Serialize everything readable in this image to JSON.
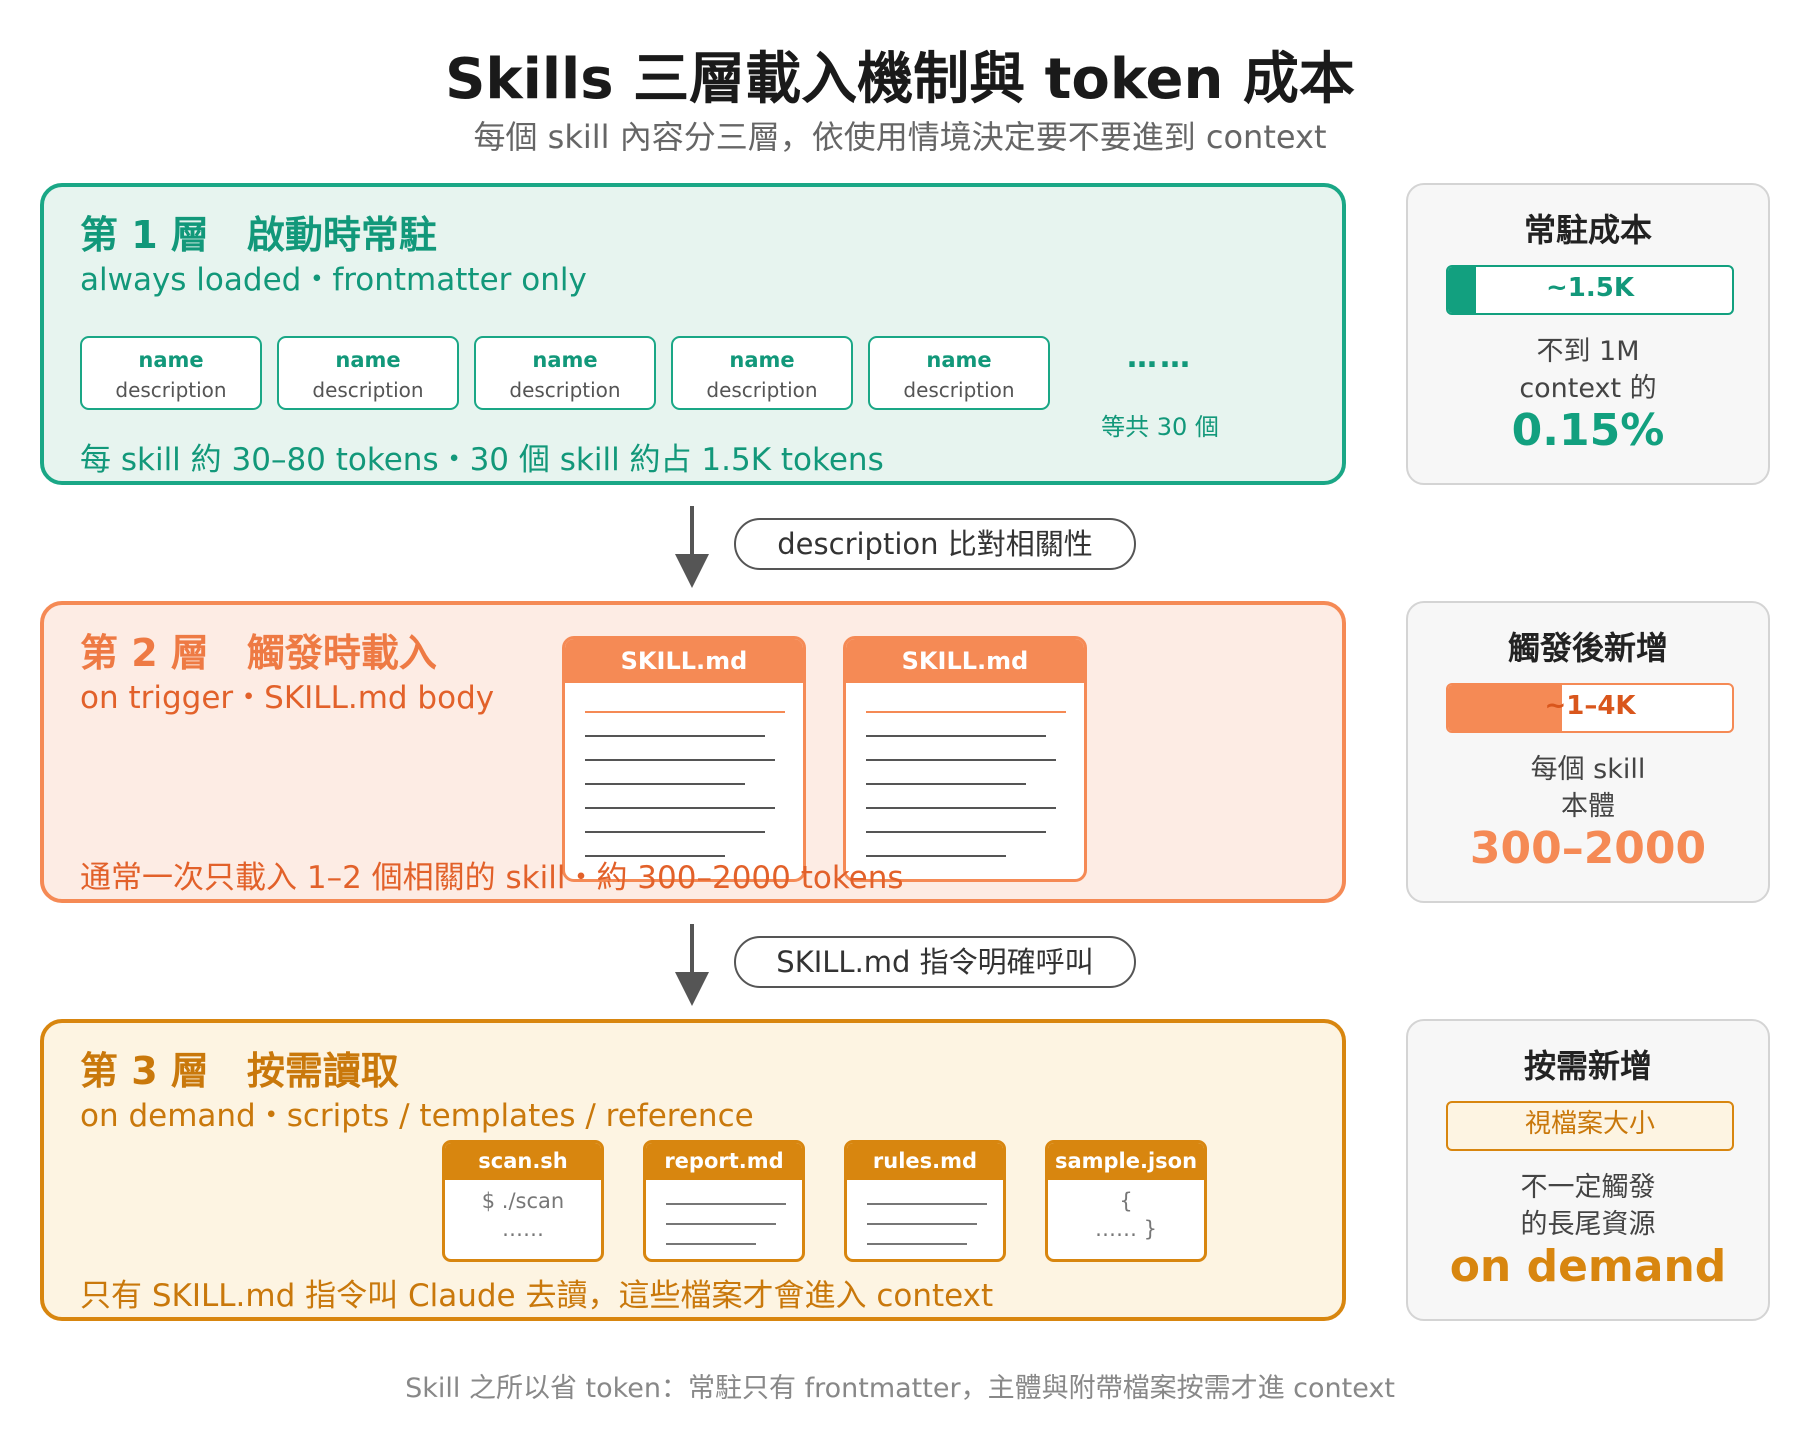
{
  "title": "Skills 三層載入機制與 token 成本",
  "subtitle": "每個 skill 內容分三層，依使用情境決定要不要進到 context",
  "footer": "Skill 之所以省 token：常駐只有 frontmatter，主體與附帶檔案按需才進 context",
  "layer1": {
    "heading": "第 1 層　啟動時常駐",
    "sub": "always loaded・frontmatter only",
    "chips": [
      {
        "name": "name",
        "desc": "description"
      },
      {
        "name": "name",
        "desc": "description"
      },
      {
        "name": "name",
        "desc": "description"
      },
      {
        "name": "name",
        "desc": "description"
      },
      {
        "name": "name",
        "desc": "description"
      }
    ],
    "dots": "……",
    "dots_note": "等共 30 個",
    "footer": "每 skill 約 30–80 tokens・30 個 skill 約占 1.5K tokens"
  },
  "arrow1_label": "description 比對相關性",
  "layer2": {
    "heading": "第 2 層　觸發時載入",
    "sub": "on trigger・SKILL.md body",
    "docs": [
      "SKILL.md",
      "SKILL.md"
    ],
    "footer": "通常一次只載入 1–2 個相關的 skill・約 300–2000 tokens"
  },
  "arrow2_label": "SKILL.md 指令明確呼叫",
  "layer3": {
    "heading": "第 3 層　按需讀取",
    "sub": "on demand・scripts / templates / reference",
    "files": [
      {
        "name": "scan.sh",
        "line1": "$ ./scan",
        "line2": "……"
      },
      {
        "name": "report.md"
      },
      {
        "name": "rules.md"
      },
      {
        "name": "sample.json",
        "line1": "{",
        "line2": "…… }"
      }
    ],
    "footer": "只有 SKILL.md 指令叫 Claude 去讀，這些檔案才會進入 context"
  },
  "side": [
    {
      "title": "常駐成本",
      "bar_label": "~1.5K",
      "bar_fill": 0.1,
      "note1": "不到 1M",
      "note2": "context 的",
      "big": "0.15%",
      "color": "#12a07f"
    },
    {
      "title": "觸發後新增",
      "bar_label": "~1–4K",
      "bar_fill": 0.4,
      "note1": "每個 skill",
      "note2": "本體",
      "big": "300–2000",
      "color": "#f58a55"
    },
    {
      "title": "按需新增",
      "bar_label": "視檔案大小",
      "bar_fill": 0,
      "note1": "不一定觸發",
      "note2": "的長尾資源",
      "big": "on demand",
      "color": "#d8860f"
    }
  ]
}
